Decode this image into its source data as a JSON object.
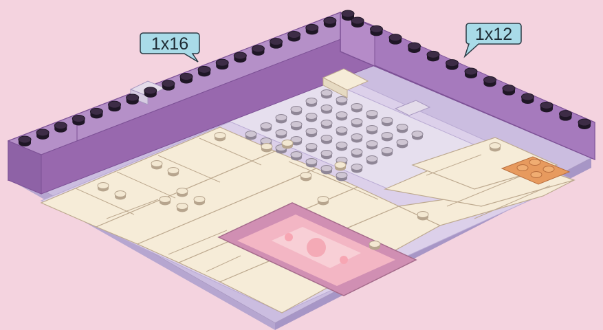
{
  "callouts": [
    {
      "label": "1x16"
    },
    {
      "label": "1x12"
    }
  ],
  "colors": {
    "background": "#f4d3df",
    "wall_top": "#b48ac4",
    "wall_left": "#9a6db0",
    "wall_right": "#c09ad0",
    "stud_dark": "#3a2a44",
    "base_plate": "#d6c8e6",
    "tile_cream": "#f6ecd8",
    "tile_outline": "#bfae9c",
    "stud_light_grey": "#d3ccd6",
    "rug_pink": "#d98fb6",
    "rug_inner": "#f0b3c0",
    "orange_plate": "#e89a5e",
    "callout_fill": "#a9dbe8"
  },
  "icons": {
    "brick_wall": "purple-brick-wall",
    "stud": "lego-stud"
  }
}
